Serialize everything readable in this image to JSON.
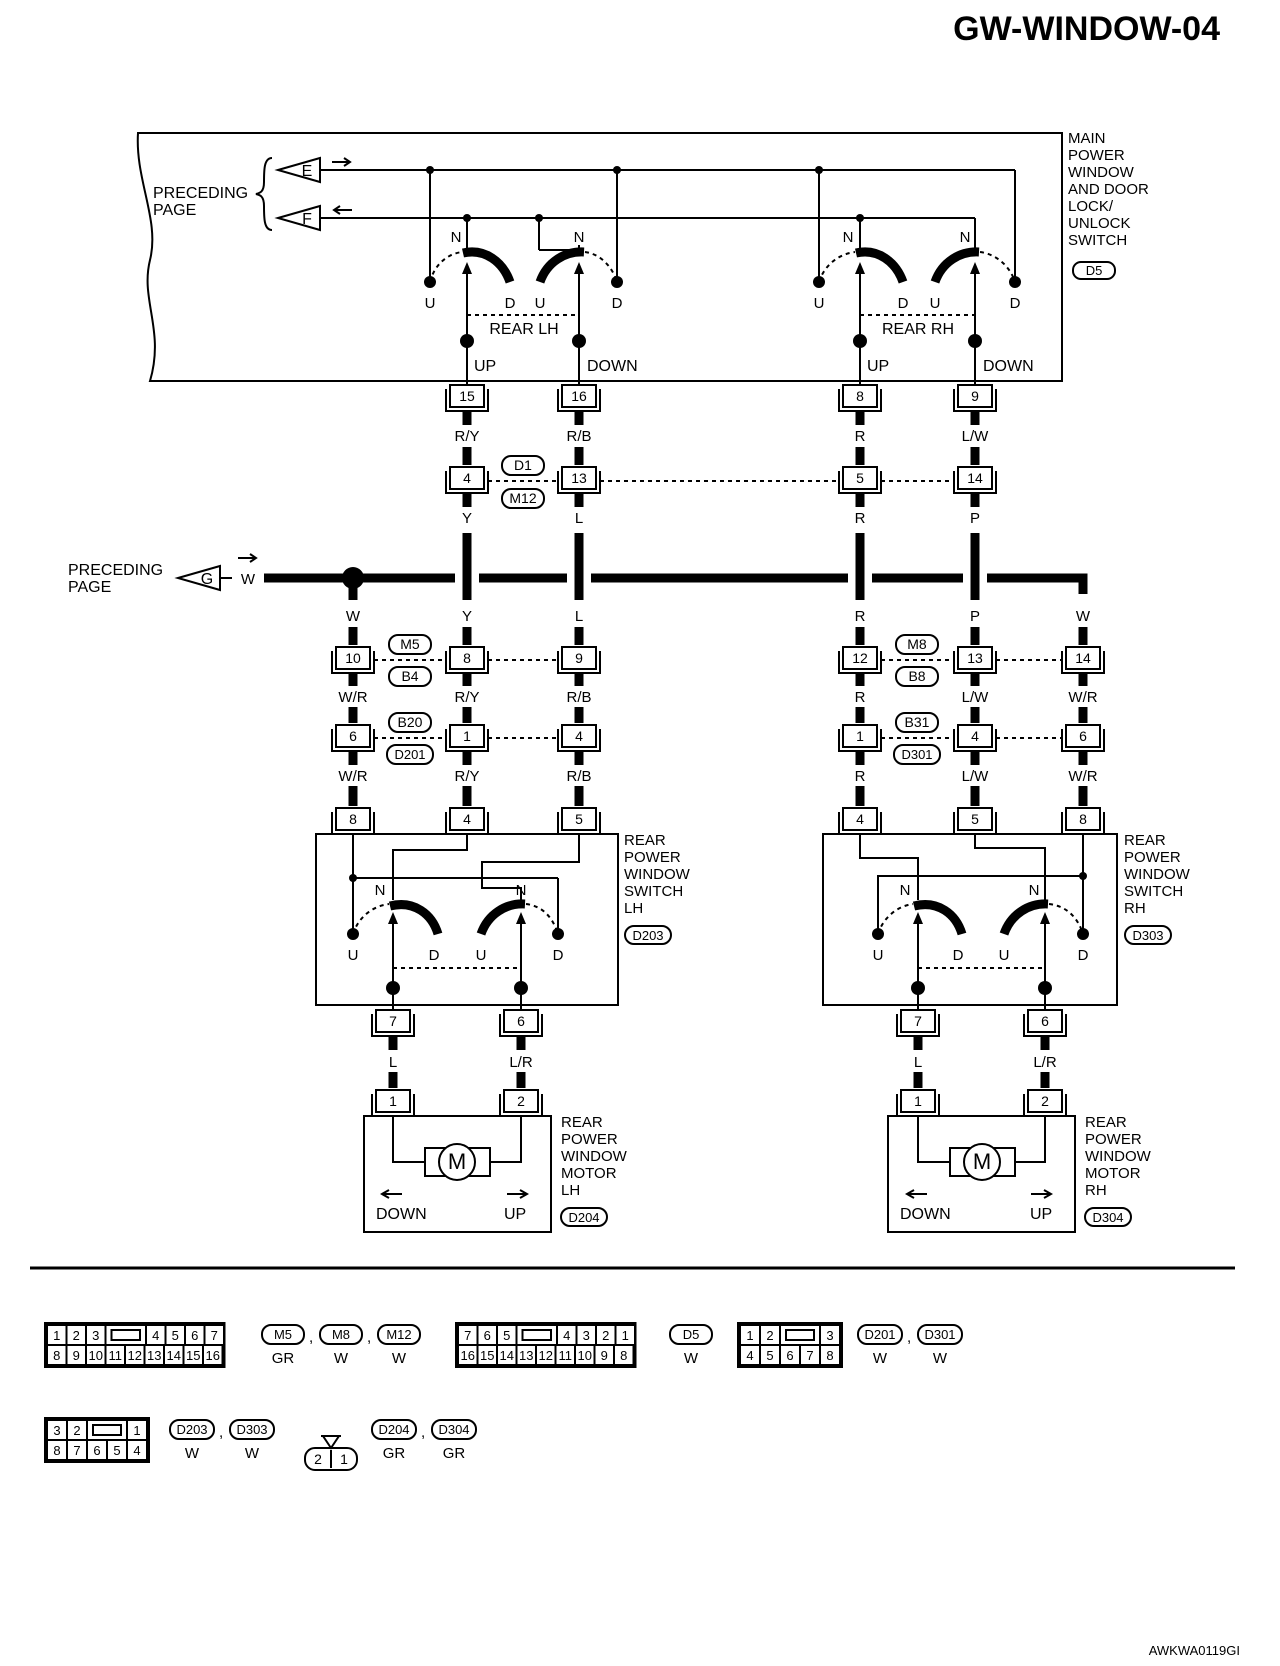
{
  "page": {
    "title": "GW-WINDOW-04",
    "figure_code": "AWKWA0119GI"
  },
  "main_switch": {
    "label_lines": [
      "MAIN",
      "POWER",
      "WINDOW",
      "AND DOOR",
      "LOCK/",
      "UNLOCK",
      "SWITCH"
    ],
    "connector": "D5",
    "preceding_page": [
      "PRECEDING",
      "PAGE"
    ],
    "terminals": {
      "e": "E",
      "f": "F"
    },
    "rear_lh": "REAR LH",
    "rear_rh": "REAR RH",
    "up": "UP",
    "down": "DOWN",
    "n": "N",
    "u": "U",
    "d": "D",
    "pins": [
      "15",
      "16",
      "8",
      "9"
    ]
  },
  "wires_top": [
    "R/Y",
    "R/B",
    "R",
    "L/W"
  ],
  "junction_d1": {
    "connectors": [
      "D1",
      "M12"
    ],
    "pins": [
      "4",
      "13",
      "5",
      "14"
    ]
  },
  "wires_mid": [
    "Y",
    "L",
    "R",
    "P"
  ],
  "bus": {
    "preceding_page": [
      "PRECEDING",
      "PAGE"
    ],
    "terminal": "G",
    "wire": "W"
  },
  "bus_drops_lh": [
    "W",
    "Y",
    "L"
  ],
  "bus_drops_rh": [
    "R",
    "P",
    "W"
  ],
  "junction_m5": {
    "connectors": [
      "M5",
      "B4"
    ],
    "pins": [
      "10",
      "8",
      "9"
    ]
  },
  "junction_m8": {
    "connectors": [
      "M8",
      "B8"
    ],
    "pins": [
      "12",
      "13",
      "14"
    ]
  },
  "wires_b_lh": [
    "W/R",
    "R/Y",
    "R/B"
  ],
  "wires_b_rh": [
    "R",
    "L/W",
    "W/R"
  ],
  "junction_b20": {
    "connectors": [
      "B20",
      "D201"
    ],
    "pins": [
      "6",
      "1",
      "4"
    ]
  },
  "junction_b31": {
    "connectors": [
      "B31",
      "D301"
    ],
    "pins": [
      "1",
      "4",
      "6"
    ]
  },
  "wires_d_lh": [
    "W/R",
    "R/Y",
    "R/B"
  ],
  "wires_d_rh": [
    "R",
    "L/W",
    "W/R"
  ],
  "switch_lh": {
    "label_lines": [
      "REAR",
      "POWER",
      "WINDOW",
      "SWITCH",
      "LH"
    ],
    "connector": "D203",
    "pins_in": [
      "8",
      "4",
      "5"
    ],
    "pins_out": [
      "7",
      "6"
    ]
  },
  "switch_rh": {
    "label_lines": [
      "REAR",
      "POWER",
      "WINDOW",
      "SWITCH",
      "RH"
    ],
    "connector": "D303",
    "pins_in": [
      "4",
      "5",
      "8"
    ],
    "pins_out": [
      "7",
      "6"
    ]
  },
  "wires_motor": [
    "L",
    "L/R"
  ],
  "motor_lh": {
    "label_lines": [
      "REAR",
      "POWER",
      "WINDOW",
      "MOTOR",
      "LH"
    ],
    "connector": "D204",
    "pins": [
      "1",
      "2"
    ],
    "m": "M",
    "down": "DOWN",
    "up": "UP"
  },
  "motor_rh": {
    "label_lines": [
      "REAR",
      "POWER",
      "WINDOW",
      "MOTOR",
      "RH"
    ],
    "connector": "D304",
    "pins": [
      "1",
      "2"
    ],
    "m": "M",
    "down": "DOWN",
    "up": "UP"
  },
  "legend": {
    "c16a": {
      "top": [
        "1",
        "2",
        "3",
        "4",
        "5",
        "6",
        "7"
      ],
      "bottom": [
        "8",
        "9",
        "10",
        "11",
        "12",
        "13",
        "14",
        "15",
        "16"
      ],
      "tags": [
        "M5",
        "M8",
        "M12"
      ],
      "colors": [
        "GR",
        "W",
        "W"
      ]
    },
    "c16b": {
      "top": [
        "7",
        "6",
        "5",
        "4",
        "3",
        "2",
        "1"
      ],
      "bottom": [
        "16",
        "15",
        "14",
        "13",
        "12",
        "11",
        "10",
        "9",
        "8"
      ],
      "tags": [
        "D5"
      ],
      "colors": [
        "W"
      ]
    },
    "c8a": {
      "top": [
        "1",
        "2",
        "3"
      ],
      "bottom": [
        "4",
        "5",
        "6",
        "7",
        "8"
      ],
      "tags": [
        "D201",
        "D301"
      ],
      "colors": [
        "W",
        "W"
      ]
    },
    "c8b": {
      "top": [
        "3",
        "2",
        "1"
      ],
      "bottom": [
        "8",
        "7",
        "6",
        "5",
        "4"
      ],
      "tags": [
        "D203",
        "D303"
      ],
      "colors": [
        "W",
        "W"
      ]
    },
    "c2": {
      "pins": [
        "2",
        "1"
      ],
      "tags": [
        "D204",
        "D304"
      ],
      "colors": [
        "GR",
        "GR"
      ]
    },
    "comma": ","
  }
}
